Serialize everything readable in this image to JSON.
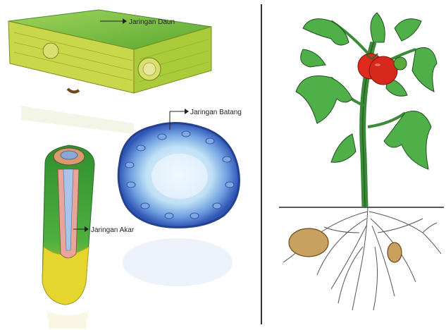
{
  "labels": {
    "leaf": "Jaringan Daun",
    "stem": "Jaringan Batang",
    "root": "Jaringan Akar"
  },
  "colors": {
    "leaf_top": "#7fbf3f",
    "leaf_side": "#c8d84a",
    "stem_outer": "#2f55b5",
    "stem_inner": "#bfe0f5",
    "root_green": "#3fa23a",
    "root_yellow": "#e4d62f",
    "plant_leaf": "#4fb04a",
    "tomato": "#e02a1e",
    "potato": "#c9a15e",
    "divider": "#333333"
  }
}
